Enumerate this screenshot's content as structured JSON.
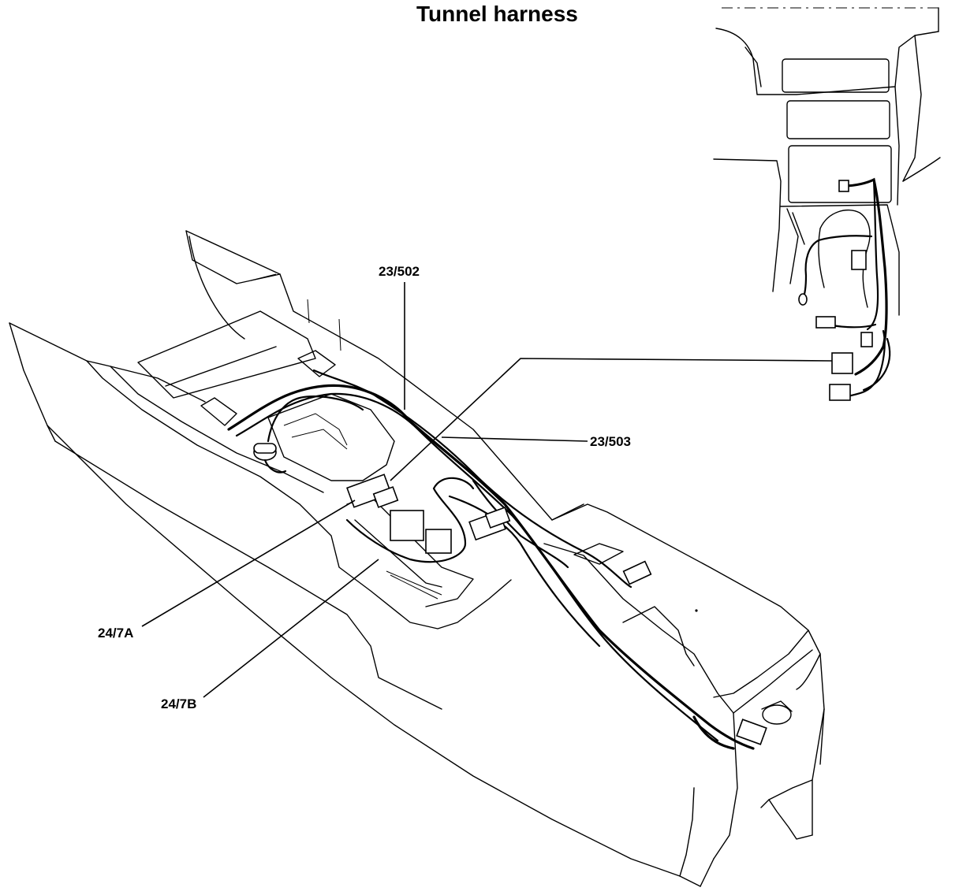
{
  "title": "Tunnel harness",
  "callouts": {
    "c1": "23/502",
    "c2": "23/503",
    "c3": "24/7A",
    "c4": "24/7B"
  },
  "colors": {
    "line": "#000000",
    "background": "#ffffff"
  }
}
